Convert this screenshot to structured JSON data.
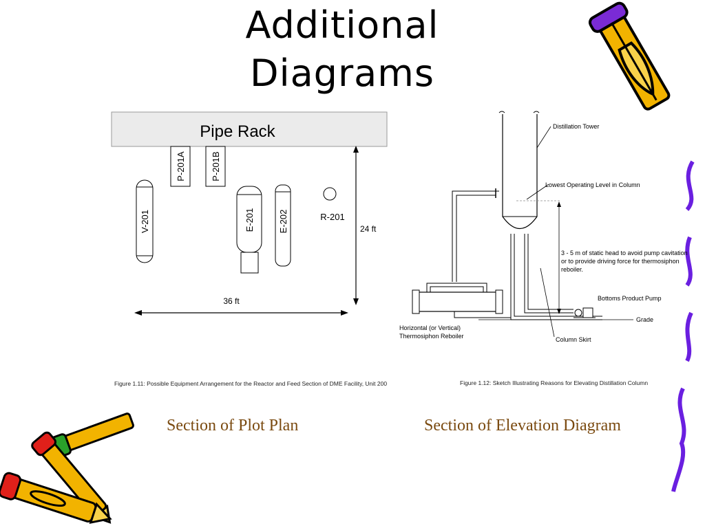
{
  "slide": {
    "title_line1": "Additional",
    "title_line2": "Diagrams"
  },
  "plot_plan": {
    "pipe_rack_label": "Pipe Rack",
    "equipment": {
      "p201a": "P-201A",
      "p201b": "P-201B",
      "v201": "V-201",
      "e201": "E-201",
      "e202": "E-202",
      "r201": "R-201"
    },
    "dim_vertical": "24 ft",
    "dim_horizontal": "36 ft",
    "figure_caption": "Figure 1.11: Possible Equipment Arrangement for the Reactor and Feed Section of DME Facility, Unit 200",
    "section_caption": "Section of Plot Plan"
  },
  "elevation": {
    "labels": {
      "distillation_tower": "Distillation Tower",
      "lowest_level": "Lowest Operating Level in Column",
      "static_head_1": "3 - 5 m of static head to avoid pump cavitation",
      "static_head_2": "or to provide driving force for thermosiphon",
      "static_head_3": "reboiler.",
      "bottoms_pump": "Bottoms Product Pump",
      "grade": "Grade",
      "reboiler_1": "Horizontal (or Vertical)",
      "reboiler_2": "Thermosiphon Reboiler",
      "column_skirt": "Column Skirt"
    },
    "figure_caption": "Figure 1.12: Sketch Illustrating Reasons for Elevating Distillation Column",
    "section_caption": "Section of Elevation Diagram"
  },
  "decor": {
    "icons": [
      "pencil-cluster-icon",
      "pencil-icon",
      "purple-brace-icon"
    ],
    "colors": {
      "caption": "#7a4a10",
      "pencil_yellow": "#f2b300",
      "pencil_purple": "#7a2bd6",
      "pencil_red": "#e0201a",
      "pencil_green": "#2aa02a",
      "brace_purple": "#6a1fe0"
    }
  }
}
